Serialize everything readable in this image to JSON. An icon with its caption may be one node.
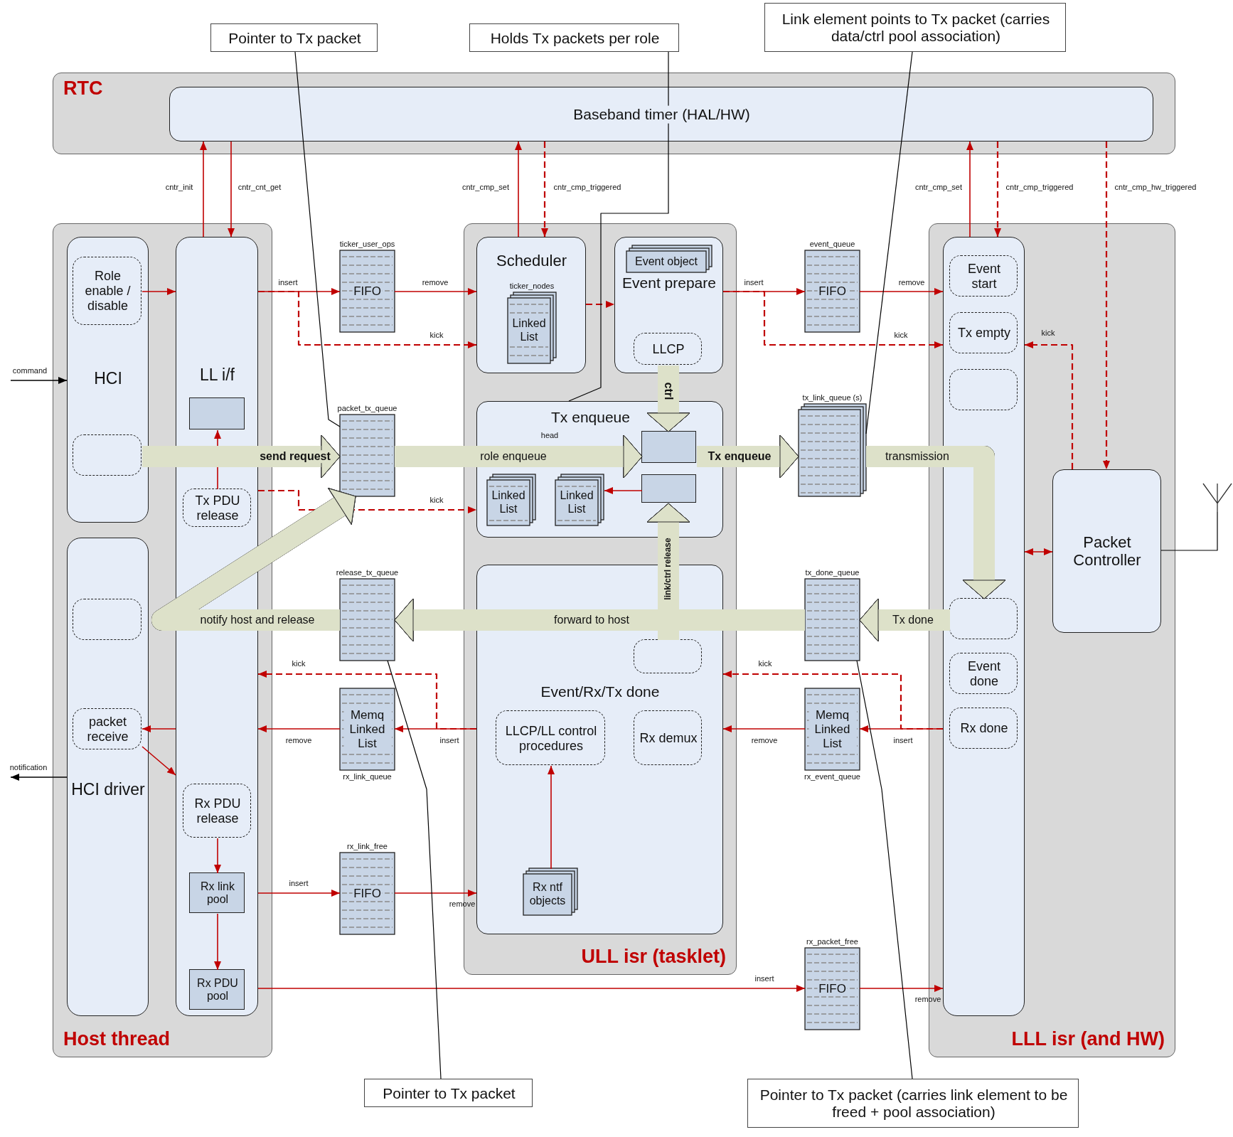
{
  "diagram": {
    "nodes": [
      {
        "text": [
          "Pointer to Tx packet"
        ]
      },
      {
        "text": [
          "Holds Tx packets per role"
        ]
      },
      {
        "text": [
          "Link element points to Tx packet (carries data/ctrl pool association)"
        ]
      },
      {
        "text": [
          "RTC"
        ]
      },
      {
        "text": [
          "Baseband timer (HAL/HW)"
        ],
        "in": 3
      },
      {
        "text": [
          "Host thread"
        ]
      },
      {
        "text": [
          "HCI"
        ],
        "in": 5
      },
      {
        "text": [
          "Role enable / disable"
        ],
        "in": 6
      },
      {
        "text": [],
        "shape": "box",
        "in": 6
      },
      {
        "text": [
          "HCI driver"
        ],
        "in": 5
      },
      {
        "text": [],
        "shape": "box",
        "in": 9
      },
      {
        "text": [
          "packet receive"
        ],
        "in": 9
      },
      {
        "text": [
          "LL i/f"
        ],
        "in": 5
      },
      {
        "text": [],
        "shape": "box",
        "in": 12
      },
      {
        "text": [
          "Tx PDU release"
        ],
        "in": 12
      },
      {
        "text": [
          "Rx PDU release"
        ],
        "in": 12
      },
      {
        "text": [
          "Rx link pool"
        ],
        "in": 12
      },
      {
        "text": [
          "Rx PDU pool"
        ],
        "in": 12
      },
      {
        "text": [
          "ULL isr (tasklet)"
        ]
      },
      {
        "text": [
          "Scheduler"
        ],
        "in": 18
      },
      {
        "text": [
          "Linked List"
        ],
        "beside": [
          "ticker_nodes"
        ],
        "in": 19
      },
      {
        "text": [
          "Event prepare"
        ],
        "in": 18
      },
      {
        "text": [
          "Event object"
        ],
        "in": 21
      },
      {
        "text": [
          "LLCP"
        ],
        "in": 21
      },
      {
        "text": [
          "Tx enqueue"
        ],
        "in": 18
      },
      {
        "text": [
          "Linked List"
        ],
        "in": 24
      },
      {
        "text": [
          "Linked List"
        ],
        "in": 24
      },
      {
        "text": [],
        "shape": "box",
        "in": 24
      },
      {
        "text": [],
        "shape": "box",
        "in": 24
      },
      {
        "text": [
          "Event/Rx/Tx done"
        ],
        "in": 18
      },
      {
        "text": [],
        "shape": "box",
        "in": 29
      },
      {
        "text": [
          "LLCP/LL control procedures"
        ],
        "in": 29
      },
      {
        "text": [
          "Rx demux"
        ],
        "in": 29
      },
      {
        "text": [
          "Rx ntf objects"
        ],
        "in": 29
      },
      {
        "text": [
          "LLL isr (and HW)"
        ]
      },
      {
        "text": [],
        "shape": "box",
        "in": 34
      },
      {
        "text": [
          "Event start"
        ],
        "in": 35
      },
      {
        "text": [
          "Tx empty"
        ],
        "in": 35
      },
      {
        "text": [],
        "shape": "box",
        "in": 35
      },
      {
        "text": [],
        "shape": "box",
        "in": 35
      },
      {
        "text": [
          "Event done"
        ],
        "in": 35
      },
      {
        "text": [
          "Rx done"
        ],
        "in": 35
      },
      {
        "text": [
          "Packet Controller"
        ],
        "in": 34
      },
      {
        "text": [],
        "shape": "antenna"
      },
      {
        "text": [
          "FIFO"
        ],
        "beside": [
          "ticker_user_ops"
        ]
      },
      {
        "text": [],
        "shape": "box",
        "beside": [
          "packet_tx_queue"
        ]
      },
      {
        "text": [],
        "shape": "box",
        "beside": [
          "release_tx_queue"
        ]
      },
      {
        "text": [
          "Memq Linked List"
        ],
        "beside": [
          "rx_link_queue"
        ]
      },
      {
        "text": [
          "FIFO"
        ],
        "beside": [
          "rx_link_free"
        ]
      },
      {
        "text": [
          "FIFO"
        ],
        "beside": [
          "event_queue"
        ]
      },
      {
        "text": [],
        "shape": "box",
        "beside": [
          "tx_link_queue (s)"
        ]
      },
      {
        "text": [],
        "shape": "box",
        "beside": [
          "tx_done_queue"
        ]
      },
      {
        "text": [
          "Memq Linked List"
        ],
        "beside": [
          "rx_event_queue"
        ]
      },
      {
        "text": [
          "FIFO"
        ],
        "beside": [
          "rx_packet_free"
        ]
      },
      {
        "text": [
          "Pointer to Tx packet"
        ]
      },
      {
        "text": [
          "Pointer to Tx packet (carries link element to be freed + pool association)"
        ]
      }
    ],
    "edges": [
      {
        "from": 12,
        "to": 4,
        "arrow": "to",
        "label": "cntr_init"
      },
      {
        "from": 4,
        "to": 12,
        "arrow": "to",
        "label": "cntr_cnt_get"
      },
      {
        "from": 19,
        "to": 4,
        "arrow": "to",
        "label": "cntr_cmp_set"
      },
      {
        "from": 4,
        "to": 19,
        "arrow": "to",
        "label": "cntr_cmp_triggered",
        "style": "dashed"
      },
      {
        "from": 35,
        "to": 4,
        "arrow": "to",
        "label": "cntr_cmp_set"
      },
      {
        "from": 4,
        "to": 35,
        "arrow": "to",
        "label": "cntr_cmp_triggered",
        "style": "dashed"
      },
      {
        "from": 4,
        "to": 42,
        "arrow": "to",
        "label": "cntr_cmp_hw_triggered",
        "style": "dashed"
      },
      {
        "from": 7,
        "to": 12,
        "arrow": "to"
      },
      {
        "from": 12,
        "to": 44,
        "arrow": "to",
        "label": "insert"
      },
      {
        "from": 12,
        "to": 19,
        "arrow": "to",
        "label": "kick",
        "style": "dashed"
      },
      {
        "from": 44,
        "to": 19,
        "arrow": "to",
        "label": "remove"
      },
      {
        "from": 19,
        "to": 21,
        "arrow": "to",
        "style": "dashed"
      },
      {
        "from": 21,
        "to": 49,
        "arrow": "to",
        "label": "insert"
      },
      {
        "from": 21,
        "to": 35,
        "arrow": "to",
        "label": "kick",
        "style": "dashed"
      },
      {
        "from": 49,
        "to": 35,
        "arrow": "to",
        "label": "remove"
      },
      {
        "from": 42,
        "to": 35,
        "arrow": "to",
        "label": "kick",
        "style": "dashed"
      },
      {
        "from": 35,
        "to": 42,
        "arrow": "both"
      },
      {
        "from": 12,
        "to": 24,
        "arrow": "to",
        "label": "kick",
        "style": "dashed"
      },
      {
        "from": 14,
        "to": 13,
        "arrow": "to"
      },
      {
        "from": 28,
        "to": 26,
        "arrow": "to"
      },
      {
        "from": 29,
        "to": 12,
        "arrow": "to",
        "label": "kick",
        "style": "dashed"
      },
      {
        "from": 29,
        "to": 47,
        "arrow": "to",
        "label": "insert"
      },
      {
        "from": 47,
        "to": 12,
        "arrow": "to",
        "label": "remove"
      },
      {
        "from": 12,
        "to": 11,
        "arrow": "to"
      },
      {
        "from": 11,
        "to": 12,
        "arrow": "to"
      },
      {
        "from": 15,
        "to": 16,
        "arrow": "to"
      },
      {
        "from": 16,
        "to": 17,
        "arrow": "to"
      },
      {
        "from": 12,
        "to": 48,
        "arrow": "to",
        "label": "insert"
      },
      {
        "from": 48,
        "to": 29,
        "arrow": "to",
        "label": "remove"
      },
      {
        "from": 33,
        "to": 31,
        "arrow": "to"
      },
      {
        "from": 12,
        "to": 53,
        "arrow": "to",
        "label": "insert"
      },
      {
        "from": 53,
        "to": 35,
        "arrow": "to",
        "label": "remove"
      },
      {
        "from": 35,
        "to": 52,
        "arrow": "to",
        "label": "insert"
      },
      {
        "from": 35,
        "to": 29,
        "arrow": "to",
        "label": "kick",
        "style": "dashed"
      },
      {
        "from": 52,
        "to": 29,
        "arrow": "to",
        "label": "remove"
      },
      {
        "from": 42,
        "to": 43,
        "arrow": "none",
        "color": "#000000"
      },
      {
        "from": null,
        "to": 6,
        "arrow": "to",
        "label": "command",
        "color": "#000000"
      },
      {
        "from": 9,
        "to": null,
        "arrow": "to",
        "label": "notification",
        "color": "#000000"
      },
      {
        "from": 0,
        "to": 45,
        "arrow": "none",
        "color": "#000000"
      },
      {
        "from": 1,
        "to": 24,
        "arrow": "none",
        "color": "#000000"
      },
      {
        "from": 2,
        "to": 50,
        "arrow": "none",
        "color": "#000000"
      },
      {
        "from": 54,
        "to": 46,
        "arrow": "none",
        "color": "#000000"
      },
      {
        "from": 55,
        "to": 51,
        "arrow": "none",
        "color": "#000000"
      },
      {
        "from": 8,
        "to": 45,
        "arrow": "to",
        "label": "send request",
        "style": "thick",
        "color": "#dde1c9"
      },
      {
        "from": 45,
        "to": 27,
        "arrow": "to",
        "label": "role enqueue",
        "style": "thick",
        "color": "#dde1c9"
      },
      {
        "from": 27,
        "to": 50,
        "arrow": "to",
        "label": "Tx enqueue",
        "style": "thick",
        "color": "#dde1c9"
      },
      {
        "from": 50,
        "to": 39,
        "arrow": "to",
        "label": "transmission",
        "style": "thick",
        "color": "#dde1c9"
      },
      {
        "from": 39,
        "to": 51,
        "arrow": "to",
        "label": "Tx done",
        "style": "thick",
        "color": "#dde1c9"
      },
      {
        "from": 51,
        "to": 46,
        "arrow": "to",
        "label": "forward to host",
        "style": "thick",
        "color": "#dde1c9"
      },
      {
        "from": 46,
        "to": 45,
        "arrow": "to",
        "label": "notify host and release",
        "style": "thick",
        "color": "#dde1c9"
      },
      {
        "from": 23,
        "to": 27,
        "arrow": "to",
        "label": "ctrl",
        "style": "thick",
        "color": "#dde1c9"
      },
      {
        "from": 30,
        "to": 28,
        "arrow": "to",
        "label": "link/ctrl release",
        "style": "thick",
        "color": "#dde1c9"
      }
    ],
    "labels": [
      "head"
    ]
  }
}
